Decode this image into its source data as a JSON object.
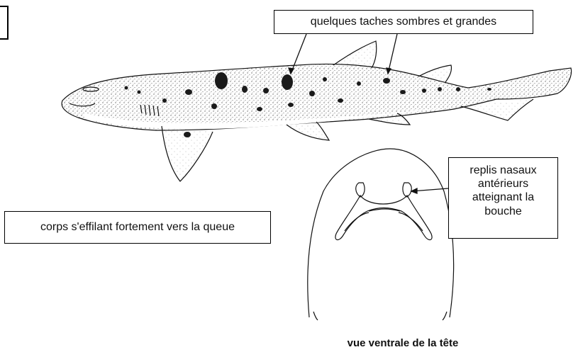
{
  "labels": {
    "spots": "quelques taches sombres et grandes",
    "nasal": "replis nasaux\nantérieurs\natteignant la\nbouche",
    "body": "corps s'effilant fortement vers la queue"
  },
  "caption": "vue ventrale de la tête",
  "colors": {
    "ink": "#111111",
    "stipple": "#9a9a9a",
    "spot": "#1a1a1a",
    "paper": "#ffffff"
  }
}
